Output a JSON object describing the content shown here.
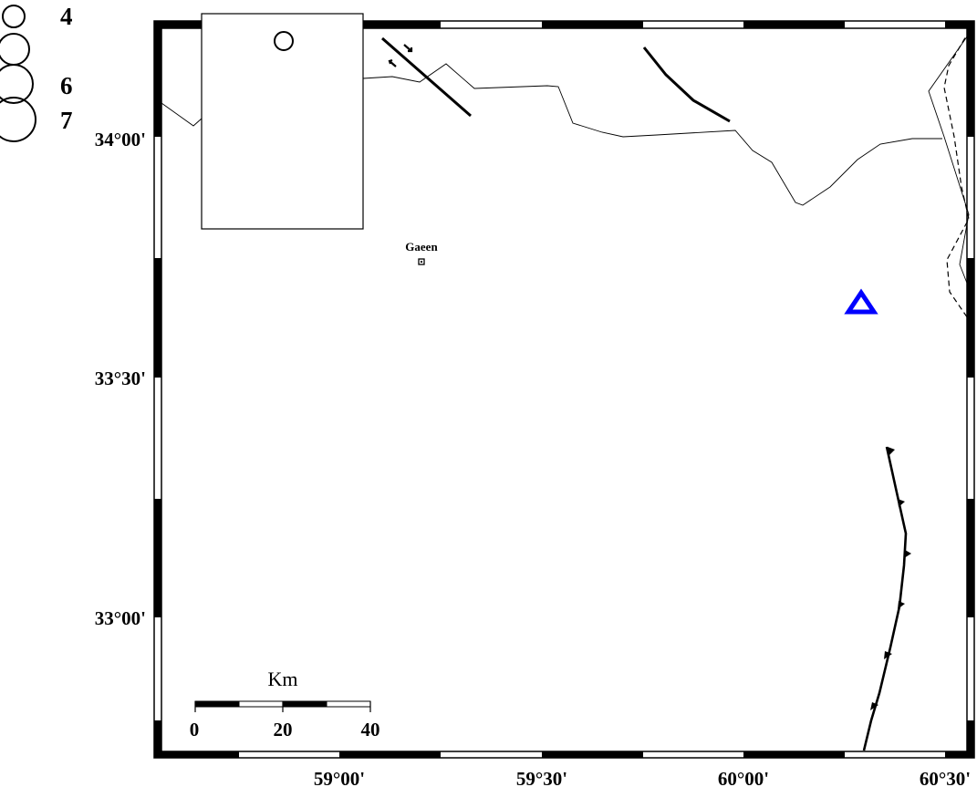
{
  "map": {
    "latitude_labels": [
      "34°00'",
      "33°30'",
      "33°00'"
    ],
    "longitude_labels": [
      "59°00'",
      "59°30'",
      "60°00'",
      "60°30'"
    ],
    "magnitude_legend": {
      "labels": [
        "4",
        "6",
        "7"
      ],
      "magnitudes": [
        4,
        5,
        6,
        7
      ]
    },
    "town": {
      "name": "Gaeen"
    },
    "station_color": "#0000ff",
    "scale_bar": {
      "unit": "Km",
      "labels": [
        "0",
        "20",
        "40"
      ]
    }
  }
}
